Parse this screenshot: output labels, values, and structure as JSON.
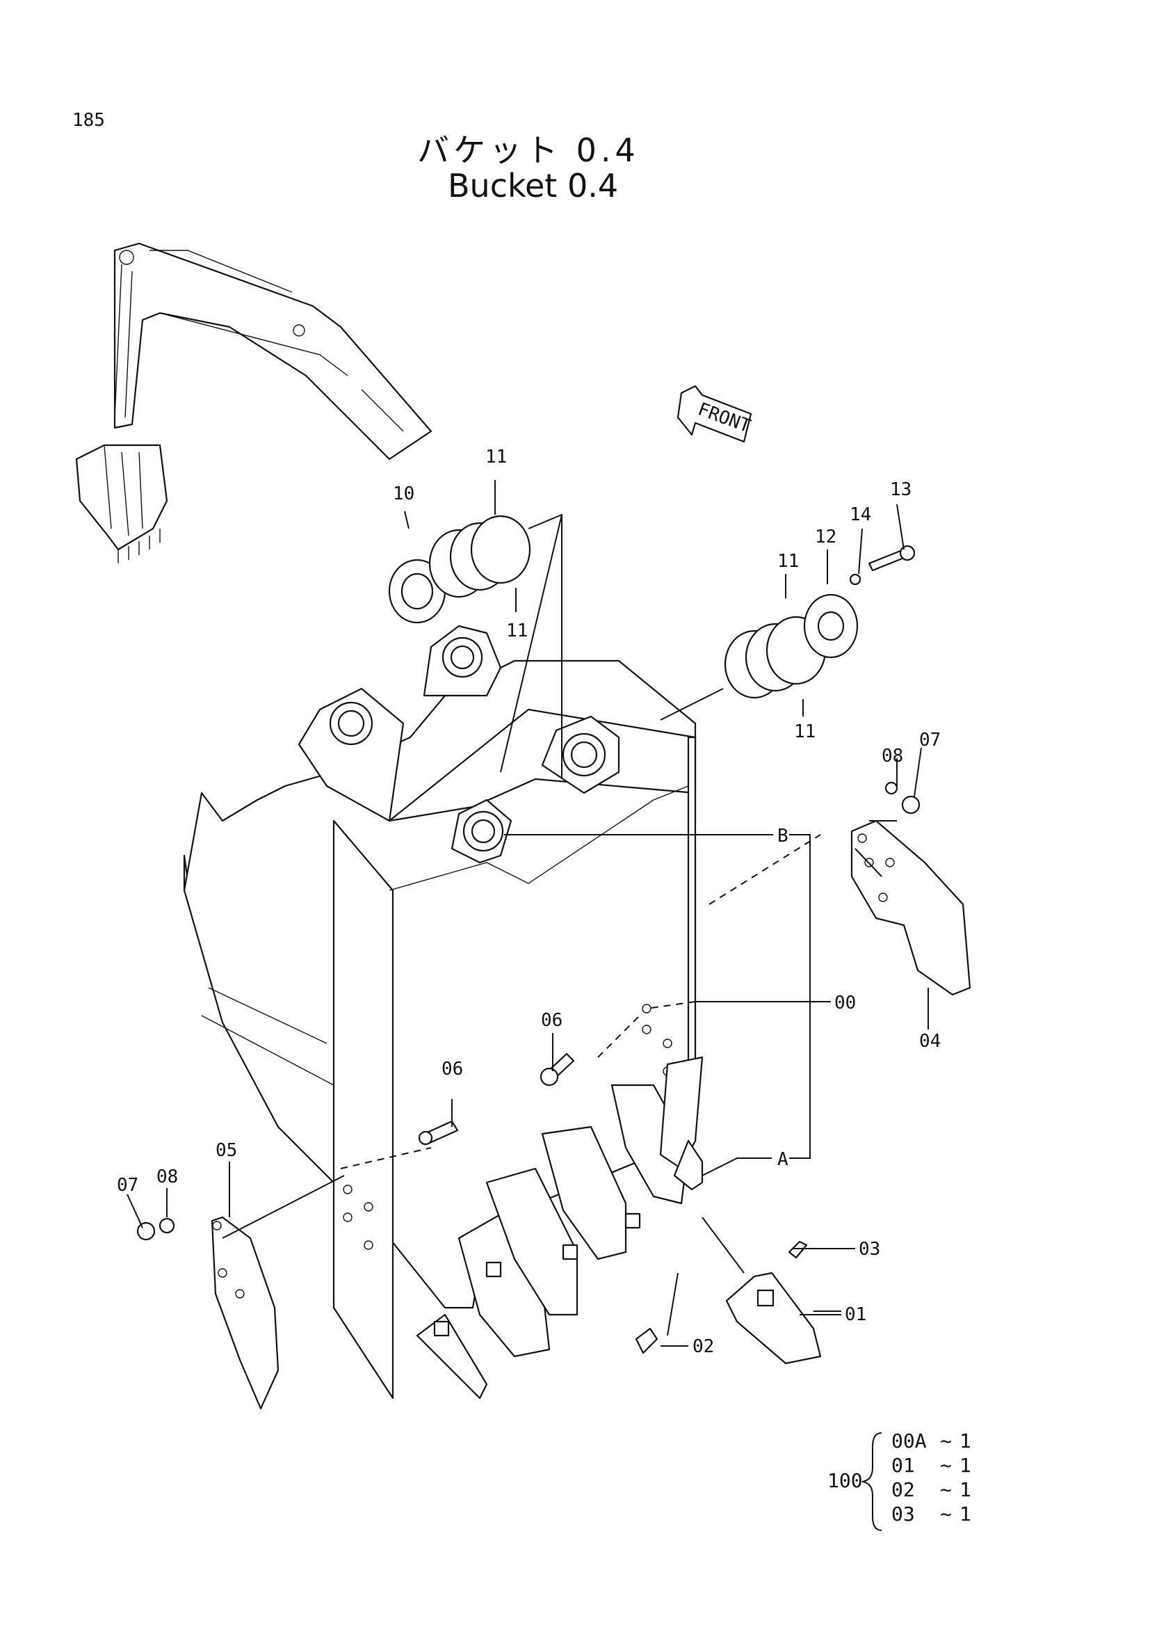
{
  "page_number": "185",
  "title_jp": "バケット 0.4",
  "title_en": "Bucket 0.4",
  "front_label": "FRONT",
  "callouts": [
    "00",
    "01",
    "02",
    "03",
    "04",
    "05",
    "06",
    "06",
    "07",
    "07",
    "08",
    "08",
    "10",
    "11",
    "11",
    "11",
    "11",
    "12",
    "13",
    "14",
    "A",
    "B"
  ],
  "kit": {
    "number": "100",
    "rows": [
      {
        "part": "00A",
        "sep": "~",
        "qty": "1"
      },
      {
        "part": "01",
        "sep": "~",
        "qty": "1"
      },
      {
        "part": "02",
        "sep": "~",
        "qty": "1"
      },
      {
        "part": "03",
        "sep": "~",
        "qty": "1"
      }
    ]
  }
}
